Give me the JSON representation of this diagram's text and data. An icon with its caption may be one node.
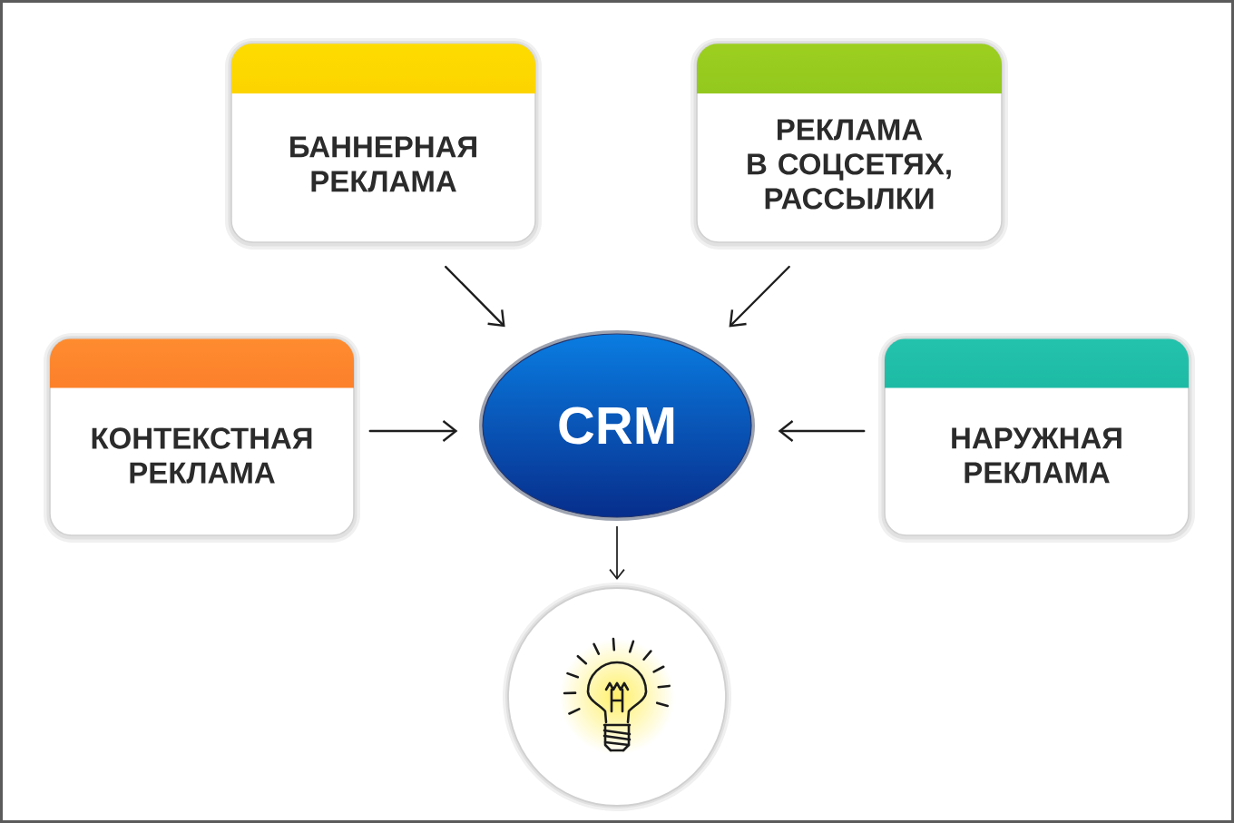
{
  "diagram": {
    "nodes": [
      {
        "text": [
          "БАННЕРНАЯ РЕКЛАМА"
        ]
      },
      {
        "text": [
          "РЕКЛАМА В СОЦСЕТЯХ, РАССЫЛКИ"
        ]
      },
      {
        "text": [
          "КОНТЕКСТНАЯ РЕКЛАМА"
        ]
      },
      {
        "text": [
          "CRM"
        ]
      },
      {
        "text": [
          "НАРУЖНАЯ РЕКЛАМА"
        ]
      },
      {
        "text": [],
        "shape": "circle"
      }
    ],
    "edges": [
      {
        "from": 0,
        "to": 3,
        "arrow": "to"
      },
      {
        "from": 1,
        "to": 3,
        "arrow": "to"
      },
      {
        "from": 2,
        "to": 3,
        "arrow": "to"
      },
      {
        "from": 4,
        "to": 3,
        "arrow": "to"
      },
      {
        "from": 3,
        "to": 5,
        "arrow": "to"
      }
    ]
  }
}
